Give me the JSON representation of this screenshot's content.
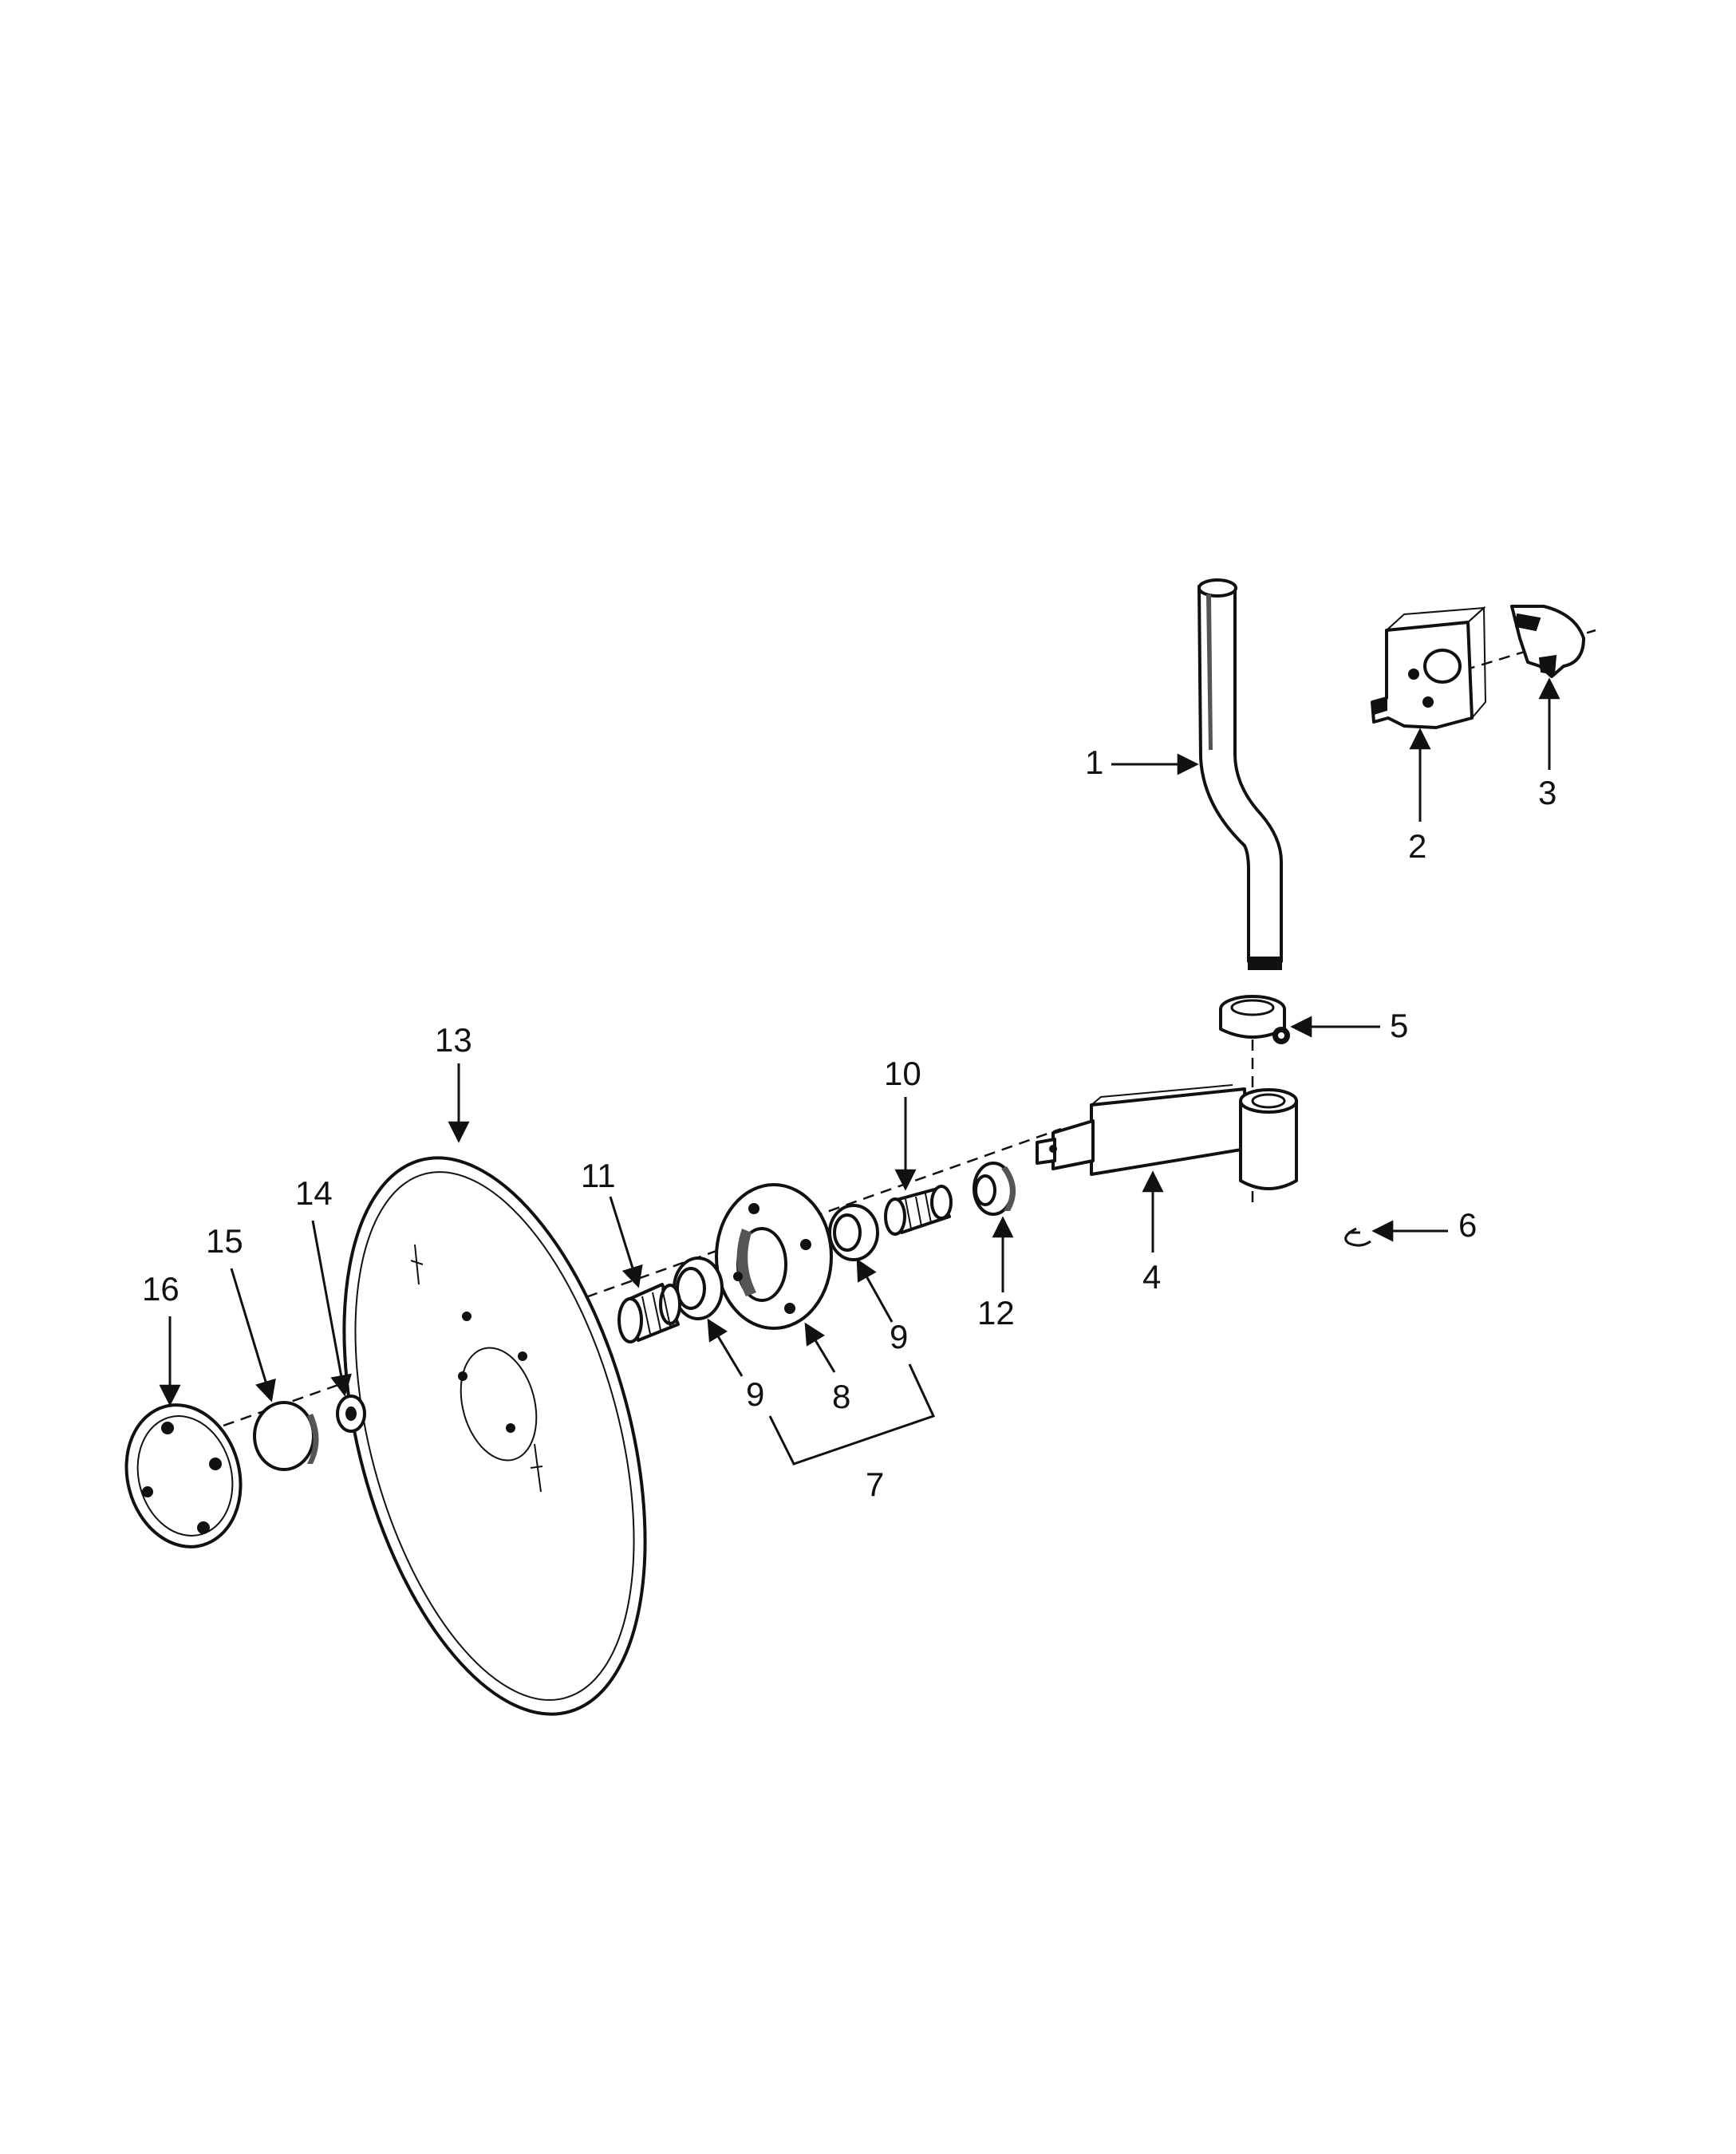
{
  "callouts": [
    {
      "id": "c1",
      "text": "1"
    },
    {
      "id": "c2",
      "text": "2"
    },
    {
      "id": "c3",
      "text": "3"
    },
    {
      "id": "c4",
      "text": "4"
    },
    {
      "id": "c5",
      "text": "5"
    },
    {
      "id": "c6",
      "text": "6"
    },
    {
      "id": "c7",
      "text": "7"
    },
    {
      "id": "c8",
      "text": "8"
    },
    {
      "id": "c9a",
      "text": "9"
    },
    {
      "id": "c9b",
      "text": "9"
    },
    {
      "id": "c10",
      "text": "10"
    },
    {
      "id": "c11",
      "text": "11"
    },
    {
      "id": "c12",
      "text": "12"
    },
    {
      "id": "c13",
      "text": "13"
    },
    {
      "id": "c14",
      "text": "14"
    },
    {
      "id": "c15",
      "text": "15"
    },
    {
      "id": "c16",
      "text": "16"
    }
  ]
}
